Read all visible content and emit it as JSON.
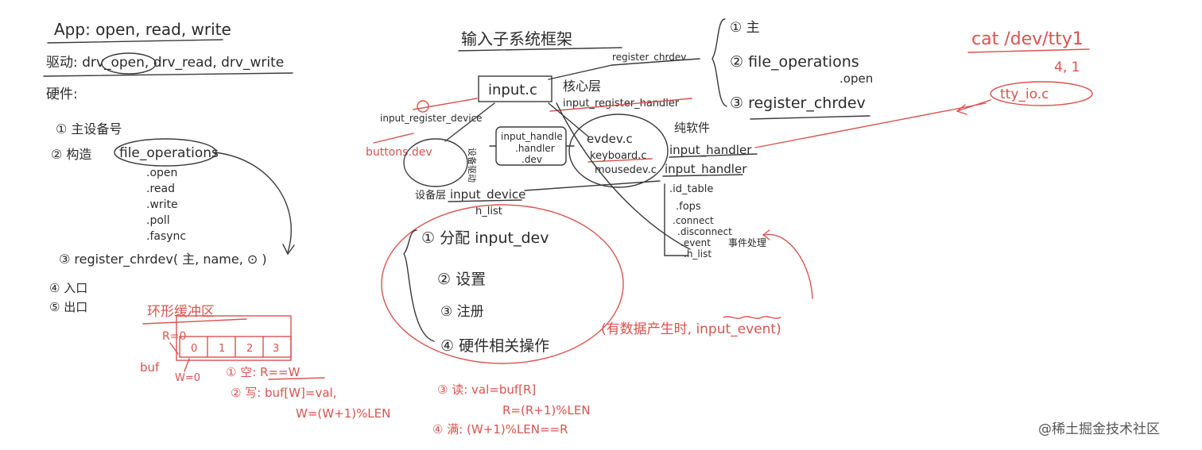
{
  "colors": {
    "ink": "#2b2b2b",
    "red_pen": "#d9534f",
    "background": "#ffffff"
  },
  "left": {
    "app": "App: open, read, write",
    "driver": "驱动: drv_open, drv_read, drv_write",
    "hardware": "硬件:",
    "steps": {
      "s1": "① 主设备号",
      "s2_prefix": "② 构造",
      "s2_fops": "file_operations",
      "fops_items": [
        ".open",
        ".read",
        ".write",
        ".poll",
        ".fasync"
      ],
      "s3": "③ register_chrdev( 主, name, ⊙ )",
      "s4": "④ 入口",
      "s5": "⑤ 出口"
    }
  },
  "ring": {
    "title": "环形缓冲区",
    "r0": "R=0",
    "buf": "buf",
    "cells": [
      "0",
      "1",
      "2",
      "3"
    ],
    "w0": "W=0",
    "empty": "① 空: R==W",
    "write1": "② 写: buf[W]=val,",
    "write2": "W=(W+1)%LEN",
    "read1": "③ 读: val=buf[R]",
    "read2": "R=(R+1)%LEN",
    "full": "④ 满: (W+1)%LEN==R"
  },
  "center": {
    "title": "输入子系统框架",
    "register_chrdev": "register_chrdev",
    "input_c": "input.c",
    "core_layer": "核心层",
    "input_register_device": "input_register_device",
    "input_register_handler": "input_register_handler",
    "buttons_dev": "buttons.dev",
    "handle_items": [
      "input_handle",
      ".handler",
      ".dev"
    ],
    "dev_layer": "设备层",
    "device_driver_vertical": "设备驱动",
    "input_device": "input_device",
    "h_list": "h_list",
    "handlers": [
      "evdev.c",
      "keyboard.c",
      "mousedev.c"
    ],
    "steps": [
      "① 分配 input_dev",
      "② 设置",
      "③ 注册",
      "④ 硬件相关操作"
    ],
    "steps_note": "(有数据产生时, input_event)"
  },
  "right": {
    "items": [
      "① 主",
      "② file_operations",
      ".open",
      "③ register_chrdev"
    ],
    "event_layer": "纯软件",
    "ih1": "input_handler",
    "ih2": "input_handler",
    "fields": [
      ".id_table",
      ".fops",
      ".connect",
      ".disconnect",
      ".event",
      ".h_list"
    ],
    "event_note": "事件处理",
    "cat": "cat /dev/tty1",
    "nums": "4, 1",
    "tty": "tty_io.c"
  },
  "watermark": "@稀土掘金技术社区"
}
